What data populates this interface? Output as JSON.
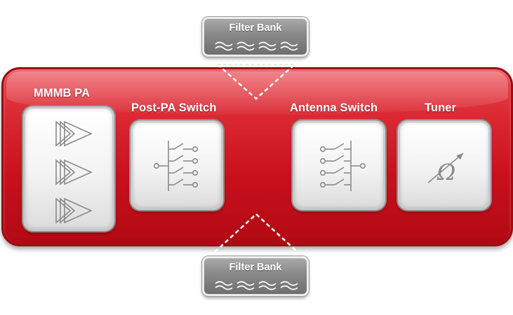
{
  "filter_top": {
    "title": "Filter Bank",
    "icon": "wave-icon"
  },
  "filter_bottom": {
    "title": "Filter Bank",
    "icon": "wave-icon"
  },
  "components": {
    "mmmb_pa": {
      "label": "MMMB PA",
      "icon": "amplifier-icon"
    },
    "post_pa_switch": {
      "label": "Post-PA Switch",
      "icon": "switch-icon"
    },
    "antenna_switch": {
      "label": "Antenna Switch",
      "icon": "switch-icon"
    },
    "tuner": {
      "label": "Tuner",
      "icon": "tuner-icon"
    }
  },
  "colors": {
    "panel_red": "#d92630",
    "filter_gray": "#8b8b8b",
    "box_white": "#f3f3f3",
    "icon_gray": "#8a8a8a"
  }
}
